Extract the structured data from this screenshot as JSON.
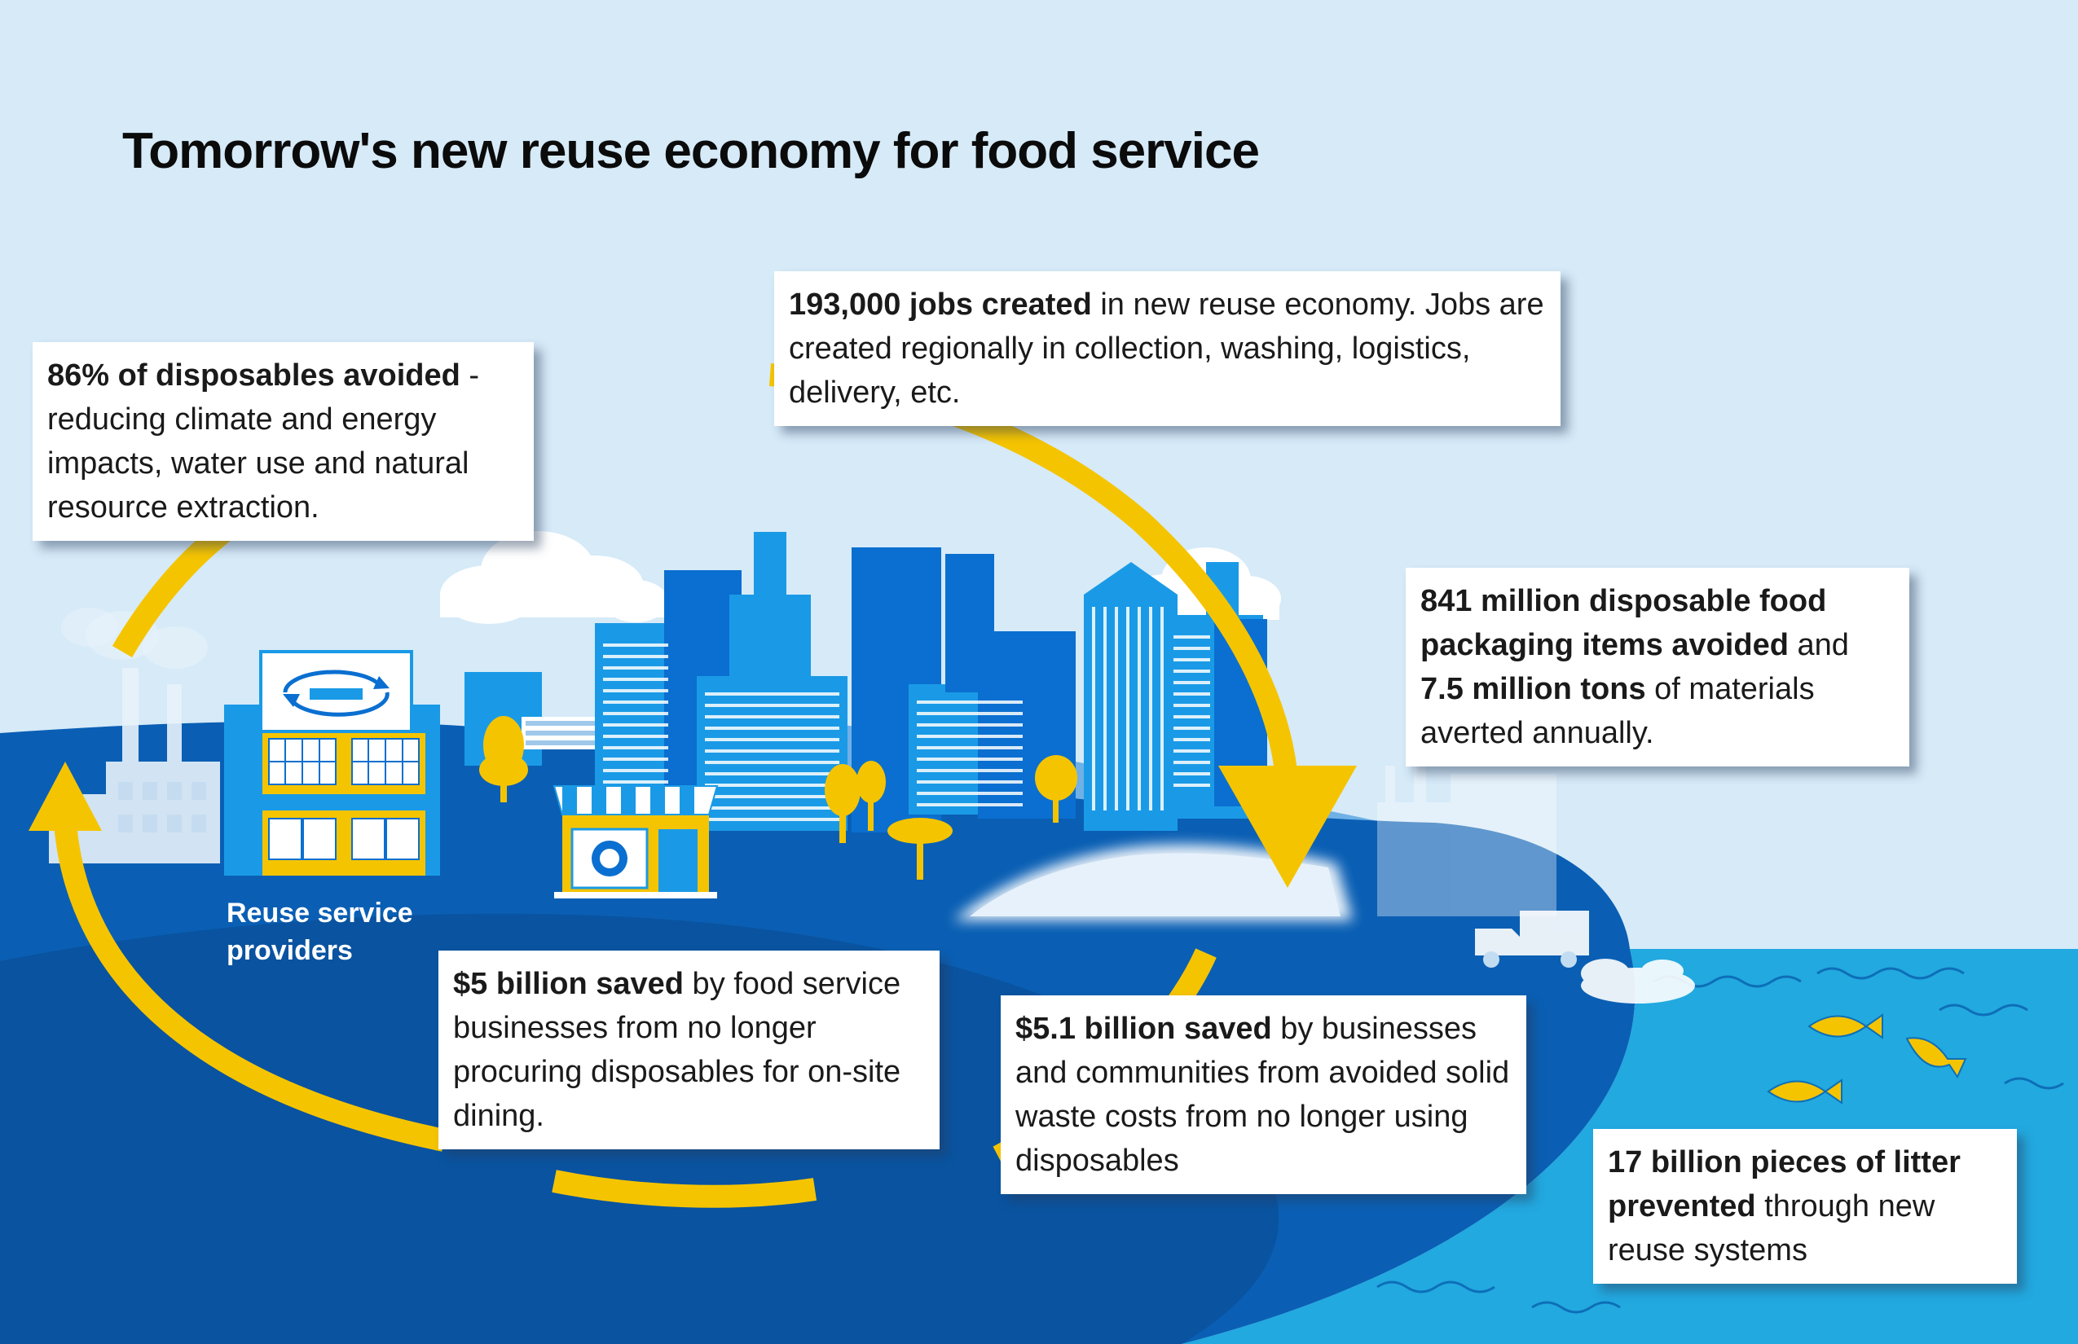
{
  "title": "Tomorrow's new reuse economy for food service",
  "colors": {
    "sky": "#d6eaf8",
    "land_dark": "#0a5fb4",
    "ocean": "#22a9e0",
    "arrow_yellow": "#f5c400",
    "building_blue": "#0a7ad6",
    "card_bg": "#ffffff"
  },
  "icons": [
    "factory-icon",
    "restaurant-icon",
    "storefront-icon",
    "truck-icon",
    "fish-icon",
    "tree-icon",
    "cloud-icon",
    "cycle-arrow-icon"
  ],
  "cards": {
    "disposables_avoided": {
      "bold": "86% of disposables avoided",
      "text": " - reducing climate and energy impacts, water use and natural resource extraction."
    },
    "jobs_created": {
      "bold": "193,000 jobs created",
      "text": " in new reuse economy. Jobs are created regionally in collection, washing, logistics, delivery, etc."
    },
    "packaging_avoided": {
      "bold1": "841 million disposable food packaging items avoided",
      "text1": " and ",
      "bold2": "7.5 million tons",
      "text2": " of materials averted annually."
    },
    "food_service_savings": {
      "bold": "$5 billion saved",
      "text": " by food service businesses from no longer procuring disposables for on-site dining."
    },
    "waste_cost_savings": {
      "bold": "$5.1 billion saved",
      "text": " by businesses and communities from avoided solid waste costs from no longer using disposables"
    },
    "litter_prevented": {
      "bold": "17 billion pieces of litter prevented",
      "text": " through new reuse systems"
    }
  },
  "labels": {
    "reuse_service_providers_line1": "Reuse service",
    "reuse_service_providers_line2": "providers"
  }
}
